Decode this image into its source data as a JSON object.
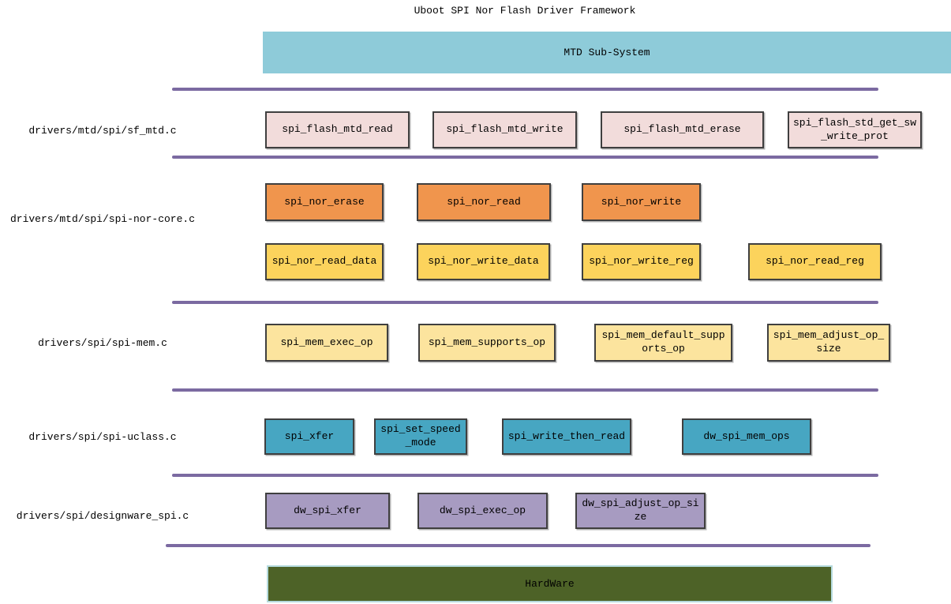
{
  "title": "Uboot SPI Nor Flash Driver Framework",
  "top_bar": {
    "label": "MTD Sub-System"
  },
  "bottom_bar": {
    "label": "HardWare"
  },
  "colors": {
    "mtd_bar": "#8ecbd9",
    "hardware_bar": "#4d6227",
    "hardware_border": "#b5dade",
    "divider": "#7b6aa1",
    "box_border": "#3f3f3f",
    "sf_mtd_box": "#f2dcdb",
    "spi_nor_core_row1_box": "#f0954d",
    "spi_nor_core_row2_box": "#fcd35c",
    "spi_mem_box": "#fce49e",
    "spi_uclass_box": "#47a6c2",
    "designware_box": "#a79bc1"
  },
  "layers": [
    {
      "file": "drivers/mtd/spi/sf_mtd.c",
      "boxes": [
        "spi_flash_mtd_read",
        "spi_flash_mtd_write",
        "spi_flash_mtd_erase",
        "spi_flash_std_get_sw_write_prot"
      ]
    },
    {
      "file": "drivers/mtd/spi/spi-nor-core.c",
      "boxes_row1": [
        "spi_nor_erase",
        "spi_nor_read",
        "spi_nor_write"
      ],
      "boxes_row2": [
        "spi_nor_read_data",
        "spi_nor_write_data",
        "spi_nor_write_reg",
        "spi_nor_read_reg"
      ]
    },
    {
      "file": "drivers/spi/spi-mem.c",
      "boxes": [
        "spi_mem_exec_op",
        "spi_mem_supports_op",
        "spi_mem_default_supports_op",
        "spi_mem_adjust_op_size"
      ]
    },
    {
      "file": "drivers/spi/spi-uclass.c",
      "boxes": [
        "spi_xfer",
        "spi_set_speed_mode",
        "spi_write_then_read",
        "dw_spi_mem_ops"
      ]
    },
    {
      "file": "drivers/spi/designware_spi.c",
      "boxes": [
        "dw_spi_xfer",
        "dw_spi_exec_op",
        "dw_spi_adjust_op_size"
      ]
    }
  ]
}
